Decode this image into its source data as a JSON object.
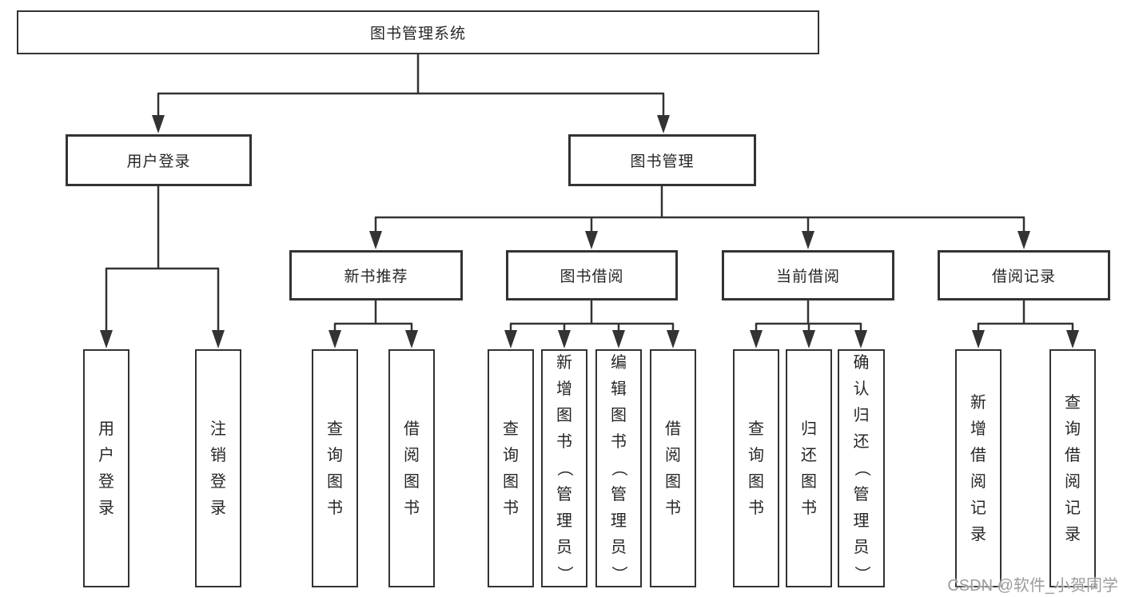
{
  "tree": {
    "root": {
      "label": "图书管理系统"
    },
    "children": [
      {
        "label": "用户登录",
        "children": [
          {
            "label": "用户登录"
          },
          {
            "label": "注销登录"
          }
        ]
      },
      {
        "label": "图书管理",
        "children": [
          {
            "label": "新书推荐",
            "children": [
              {
                "label": "查询图书"
              },
              {
                "label": "借阅图书"
              }
            ]
          },
          {
            "label": "图书借阅",
            "children": [
              {
                "label": "查询图书"
              },
              {
                "label": "新增图书（管理员）"
              },
              {
                "label": "编辑图书（管理员）"
              },
              {
                "label": "借阅图书"
              }
            ]
          },
          {
            "label": "当前借阅",
            "children": [
              {
                "label": "查询图书"
              },
              {
                "label": "归还图书"
              },
              {
                "label": "确认归还（管理员）"
              }
            ]
          },
          {
            "label": "借阅记录",
            "children": [
              {
                "label": "新增借阅记录"
              },
              {
                "label": "查询借阅记录"
              }
            ]
          }
        ]
      }
    ]
  },
  "watermark": "CSDN @软件_小贺同学",
  "colors": {
    "line": "#333333",
    "box_border": "#333333",
    "text": "#262626",
    "watermark_text": "#949494",
    "background": "#ffffff"
  }
}
